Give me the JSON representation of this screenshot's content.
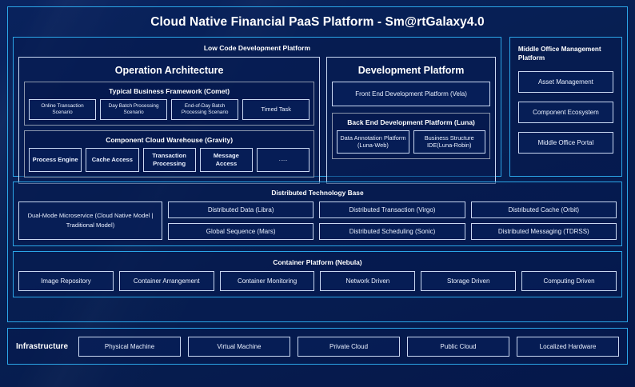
{
  "diagram": {
    "title": "Cloud Native Financial PaaS Platform - Sm@rtGalaxy4.0",
    "low_code": {
      "title": "Low Code Development Platform",
      "operation_architecture": {
        "title": "Operation Architecture",
        "groups": [
          {
            "title": "Typical Business Framework (Comet)",
            "items": [
              "Online Transaction Scenario",
              "Day Batch Processing Scenario",
              "End-of-Day Batch Processing Scenario",
              "Timed Task"
            ]
          },
          {
            "title": "Component Cloud Warehouse (Gravity)",
            "items": [
              "Process Engine",
              "Cache Access",
              "Transaction Processing",
              "Message Access",
              "......"
            ]
          }
        ]
      },
      "development_platform": {
        "title": "Development Platform",
        "front_end": "Front End Development Platform (Vela)",
        "back_end": {
          "title": "Back End Development Platform (Luna)",
          "items": [
            "Data Annotation Platform (Luna-Web)",
            "Business Structure IDE(Luna-Robin)"
          ]
        }
      }
    },
    "middle_office": {
      "title": "Middle Office Management Platform",
      "items": [
        "Asset Management",
        "Component Ecosystem",
        "Middle Office Portal"
      ]
    },
    "distributed_technology_base": {
      "title": "Distributed Technology Base",
      "highlight": "Dual-Mode Microservice (Cloud Native Model | Traditional Model)",
      "items": [
        "Distributed Data (Libra)",
        "Distributed Transaction (Virgo)",
        "Distributed Cache (Orbit)",
        "Global Sequence (Mars)",
        "Distributed Scheduling (Sonic)",
        "Distributed Messaging (TDRSS)"
      ]
    },
    "container_platform": {
      "title": "Container Platform (Nebula)",
      "items": [
        "Image Repository",
        "Container Arrangement",
        "Container Monitoring",
        "Network Driven",
        "Storage Driven",
        "Computing Driven"
      ]
    },
    "infrastructure": {
      "label": "Infrastructure",
      "items": [
        "Physical Machine",
        "Virtual Machine",
        "Private Cloud",
        "Public Cloud",
        "Localized Hardware"
      ]
    },
    "colors": {
      "background": "#071B4D",
      "accent_border": "#2BA6E8",
      "box_border": "#C9D8F2",
      "text": "#EAF1FF",
      "title_text": "#FFFFFF"
    }
  }
}
